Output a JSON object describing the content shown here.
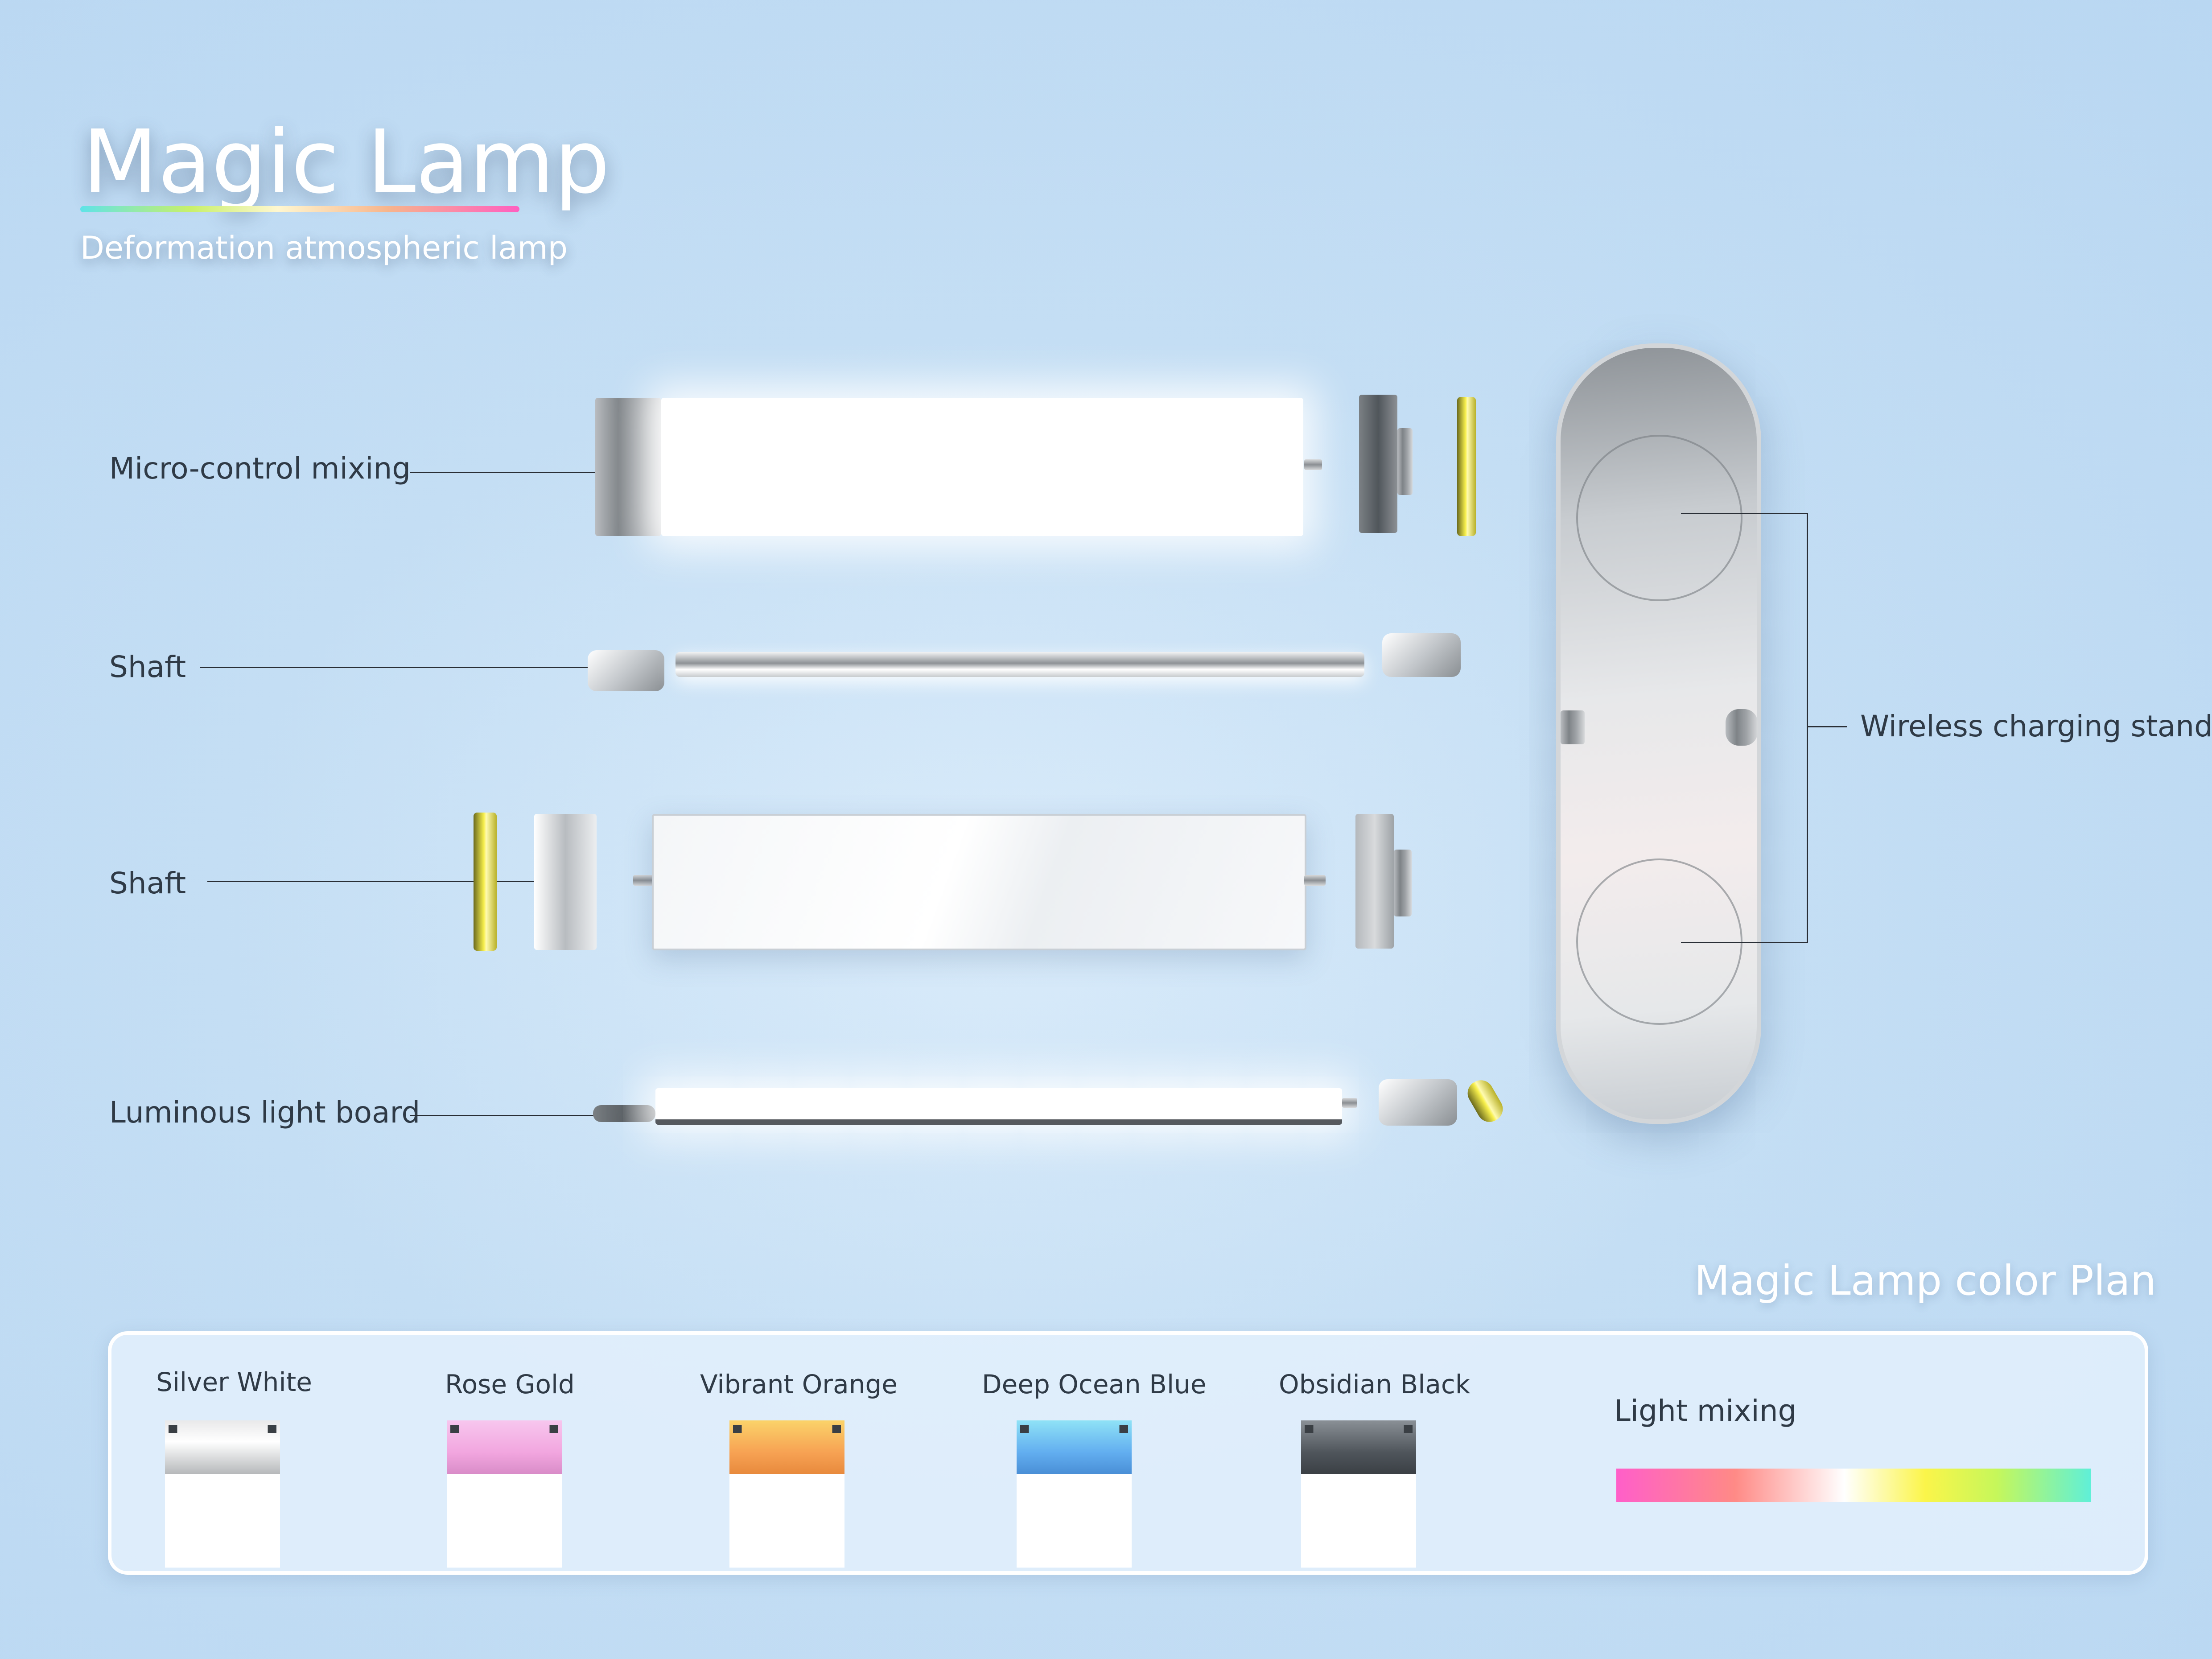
{
  "header": {
    "title": "Magic Lamp",
    "subtitle": "Deformation atmospheric lamp"
  },
  "labels": {
    "micro_control": "Micro-control mixing",
    "shaft_1": "Shaft",
    "shaft_2": "Shaft",
    "light_board": "Luminous light board",
    "wireless_stand": "Wireless charging stand"
  },
  "color_plan": {
    "title": "Magic Lamp color Plan",
    "swatches": [
      {
        "label": "Silver White",
        "color": "#c9cbcc"
      },
      {
        "label": "Rose Gold",
        "color": "#f2a6df"
      },
      {
        "label": "Vibrant Orange",
        "color": "#f7a253"
      },
      {
        "label": "Deep Ocean Blue",
        "color": "#62aef0"
      },
      {
        "label": "Obsidian Black",
        "color": "#4f555b"
      }
    ],
    "light_mixing_label": "Light mixing"
  },
  "colors": {
    "background": "#c4def4",
    "text": "#2f3a46",
    "title": "#ffffff"
  }
}
